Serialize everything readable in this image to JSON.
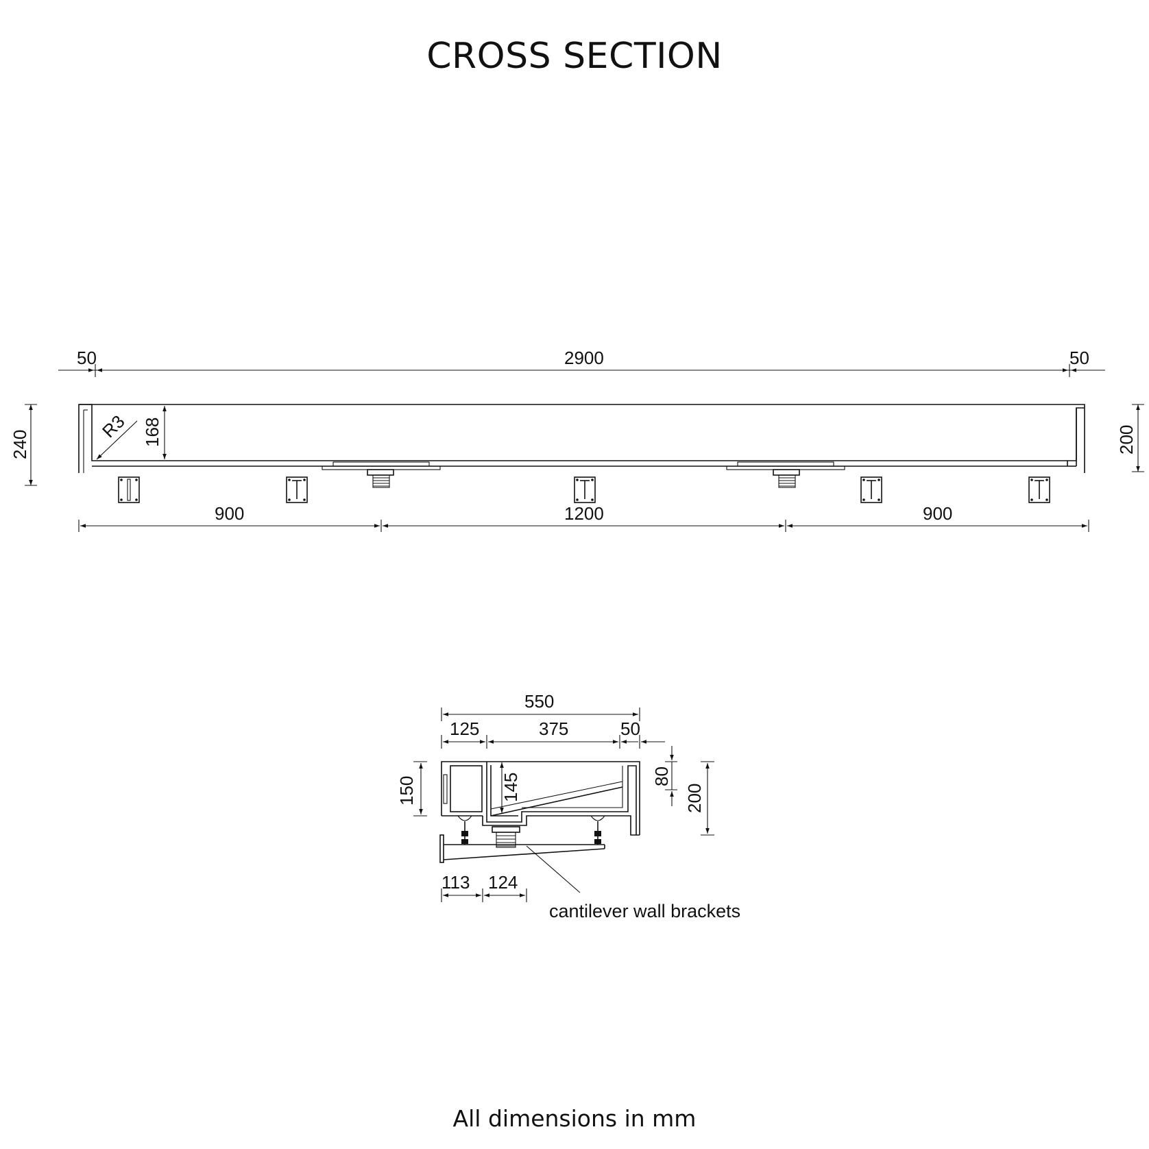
{
  "title": "CROSS SECTION",
  "footer": "All dimensions in mm",
  "front_view": {
    "top_dims": [
      "50",
      "2900",
      "50"
    ],
    "bottom_dims": [
      "900",
      "1200",
      "900"
    ],
    "left_height": "240",
    "right_height": "200",
    "inner_depth": "168",
    "radius": "R3"
  },
  "side_view": {
    "overall_width": "550",
    "segment_widths": [
      "125",
      "375",
      "50"
    ],
    "front_height": "150",
    "basin_depth": "145",
    "rim_height": "80",
    "back_height": "200",
    "bracket_offsets": [
      "113",
      "124"
    ],
    "bracket_label": "cantilever wall brackets"
  }
}
